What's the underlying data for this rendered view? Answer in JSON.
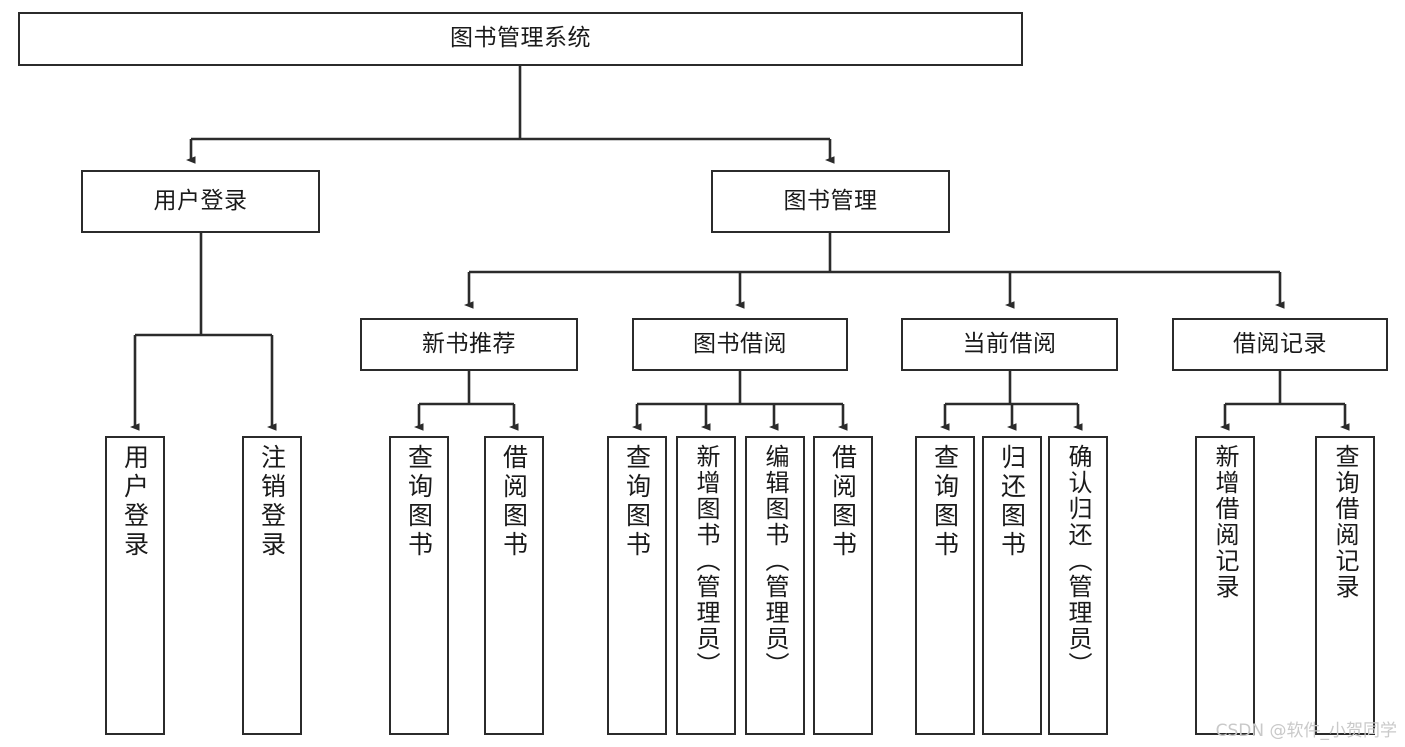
{
  "diagram": {
    "title": "图书管理系统",
    "type": "tree",
    "watermark": "CSDN @软件_小贺同学",
    "line_color": "#2b2b2b",
    "box_fill": "#ffffff",
    "text_color": "#1a1a1a"
  },
  "nodes": {
    "root": {
      "label": "图书管理系统"
    },
    "level2": [
      {
        "id": "user-login",
        "label": "用户登录"
      },
      {
        "id": "book-manage",
        "label": "图书管理"
      }
    ],
    "level3": [
      {
        "id": "new-book-recommend",
        "label": "新书推荐"
      },
      {
        "id": "book-borrow",
        "label": "图书借阅"
      },
      {
        "id": "current-borrow",
        "label": "当前借阅"
      },
      {
        "id": "borrow-record",
        "label": "借阅记录"
      }
    ],
    "leaves": {
      "user_login": [
        {
          "id": "leaf-user-login",
          "label": "用户登录"
        },
        {
          "id": "leaf-logout-login",
          "label": "注销登录"
        }
      ],
      "new_book_recommend": [
        {
          "id": "leaf-query-book-1",
          "label": "查询图书"
        },
        {
          "id": "leaf-borrow-book-1",
          "label": "借阅图书"
        }
      ],
      "book_borrow": [
        {
          "id": "leaf-query-book-2",
          "label": "查询图书"
        },
        {
          "id": "leaf-add-book-admin",
          "label": "新增图书（管理员）"
        },
        {
          "id": "leaf-edit-book-admin",
          "label": "编辑图书（管理员）"
        },
        {
          "id": "leaf-borrow-book-2",
          "label": "借阅图书"
        }
      ],
      "current_borrow": [
        {
          "id": "leaf-query-book-3",
          "label": "查询图书"
        },
        {
          "id": "leaf-return-book",
          "label": "归还图书"
        },
        {
          "id": "leaf-confirm-return-admin",
          "label": "确认归还（管理员）"
        }
      ],
      "borrow_record": [
        {
          "id": "leaf-add-borrow-record",
          "label": "新增借阅记录"
        },
        {
          "id": "leaf-query-borrow-record",
          "label": "查询借阅记录"
        }
      ]
    }
  }
}
